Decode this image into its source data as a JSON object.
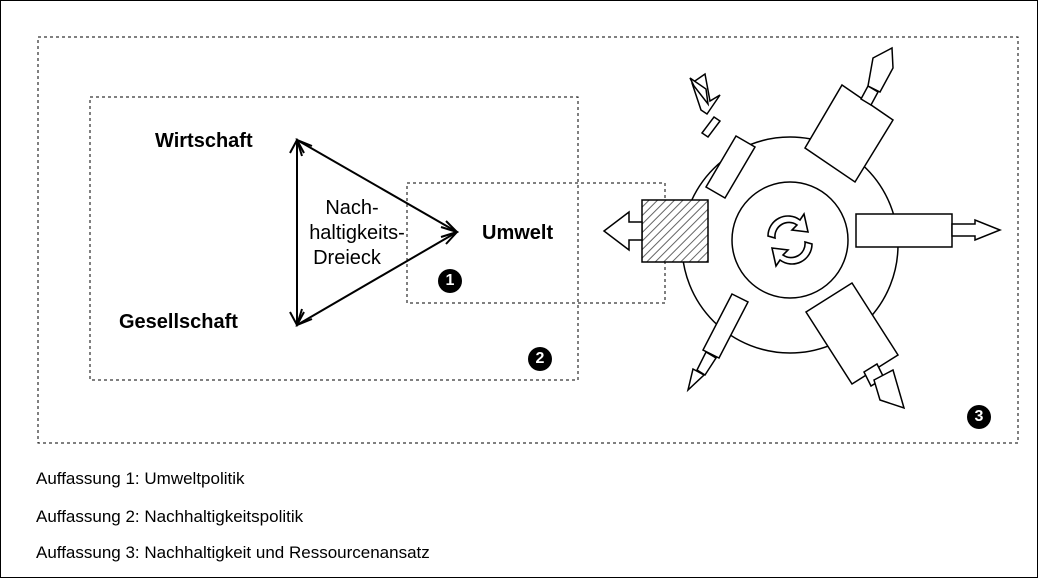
{
  "labels": {
    "wirtschaft": "Wirtschaft",
    "gesellschaft": "Gesellschaft",
    "umwelt": "Umwelt",
    "triangle_line1": "Nach-",
    "triangle_line2": "haltigkeits-",
    "triangle_line3": "Dreieck"
  },
  "badges": {
    "one": "1",
    "two": "2",
    "three": "3"
  },
  "legend": [
    "Auffassung 1: Umweltpolitik",
    "Auffassung 2: Nachhaltigkeitspolitik",
    "Auffassung 3: Nachhaltigkeit und Ressourcenansatz"
  ]
}
